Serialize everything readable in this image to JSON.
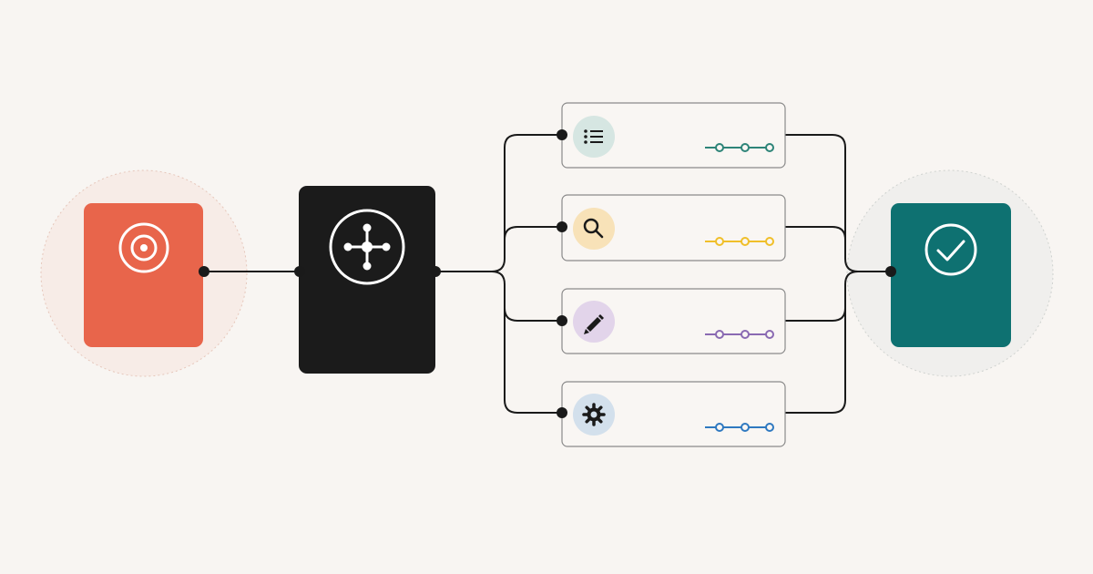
{
  "colors": {
    "background": "#f8f5f2",
    "source_block": "#e8654b",
    "hub_block": "#1b1b1b",
    "result_block": "#0e7171",
    "connector": "#1a1a1a",
    "task_card_border": "#8a8a8a",
    "task_card_fill": "#f9f6f3"
  },
  "nodes": {
    "source": {
      "icon": "target-icon",
      "halo_color": "#f5ddd3"
    },
    "hub": {
      "icon": "hub-network-icon"
    },
    "result": {
      "icon": "check-circle-icon",
      "halo_color": "#e6e8e6"
    }
  },
  "tasks": [
    {
      "icon": "list-icon",
      "badge_color": "#d6e6e2",
      "track_color": "#2e8478",
      "steps": 3
    },
    {
      "icon": "search-icon",
      "badge_color": "#f8e2b8",
      "track_color": "#f0bf2a",
      "steps": 3
    },
    {
      "icon": "pencil-icon",
      "badge_color": "#e2d4ea",
      "track_color": "#8a6ab2",
      "steps": 3
    },
    {
      "icon": "gear-icon",
      "badge_color": "#d3e0ec",
      "track_color": "#2f79c0",
      "steps": 3
    }
  ]
}
